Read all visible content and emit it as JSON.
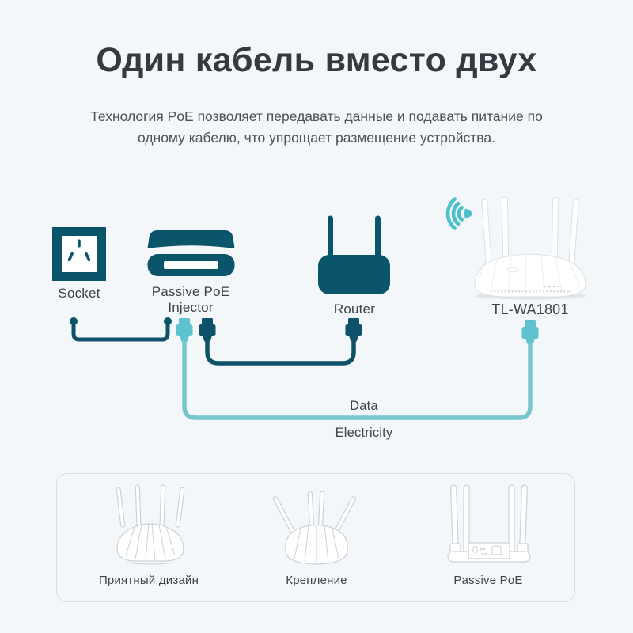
{
  "theme": {
    "colors": {
      "bg": "#f3f7fa",
      "device_teal": "#0b556b",
      "cable_dark": "#0f5168",
      "cable_light": "#76c6cc",
      "plug_light": "#5ec3ce",
      "wifi_teal": "#4cc1cc",
      "line_art": "#cdd1d5",
      "box_border": "#d9dde1",
      "text_dark": "#343a40",
      "text_body": "#4a5158",
      "text_label": "#3c434a"
    }
  },
  "header": {
    "title": "Один кабель вместо двух",
    "subtitle_line1": "Технология PoE позволяет передавать данные и подавать питание по",
    "subtitle_line2": "одному кабелю, что упрощает размещение устройства."
  },
  "diagram": {
    "socket_label": "Socket",
    "injector_label_line1": "Passive PoE",
    "injector_label_line2": "Injector",
    "router_label": "Router",
    "access_point_label": "TL-WA1801",
    "data_label": "Data",
    "electricity_label": "Electricity"
  },
  "features": {
    "items": [
      {
        "label": "Приятный дизайн"
      },
      {
        "label": "Крепление"
      },
      {
        "label": "Passive PoE"
      }
    ]
  }
}
